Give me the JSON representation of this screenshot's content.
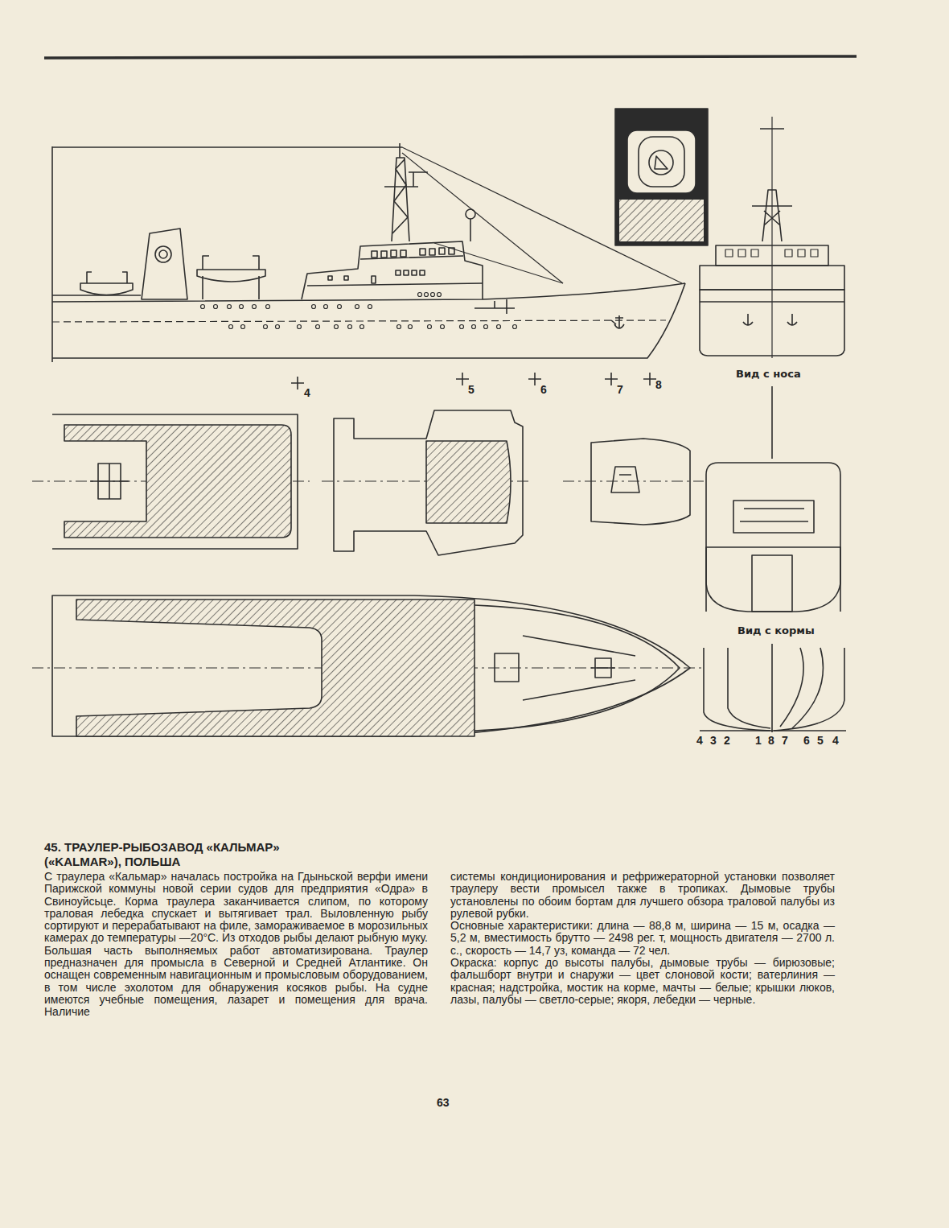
{
  "diagram": {
    "title": "45. ТРАУЛЕР-РЫБОЗАВОД «КАЛЬМАР» («KALMAR»), ПОЛЬША",
    "labels": [
      "4",
      "5",
      "6",
      "7",
      "8",
      "Вид с носа",
      "Вид с кормы",
      "4",
      "3",
      "2",
      "1",
      "8",
      "7",
      "6",
      "5",
      "4",
      "С траулера «Кальмар» началась постройка на Гдыньской верфи имени Парижской коммуны новой серии судов для предприятия «Одра» в Свиноуйсьце. Корма траулера заканчивается слипом, по которому траловая лебедка спускает и вытягивает трал. Выловленную рыбу сортируют и перерабатывают на филе, замораживаемое в морозильных камерах до температуры —20°С. Из отходов рыбы делают рыбную муку. Большая часть выполняемых работ автоматизирована. Траулер предназначен для промысла в Северной и Средней Атлантике. Он оснащен современным навигационным и промысловым оборудованием, в том числе эхолотом для обнаружения косяков рыбы. На судне имеются учебные помещения, лазарет и помещения для врача. Наличие",
      "системы кондиционирования и рефрижераторной установки позволяет траулеру вести промысел также в тропиках. Дымовые трубы установлены по обоим бортам для лучшего обзора траловой палубы из рулевой рубки.",
      "Основные характеристики: длина — 88,8 м, ширина — 15 м, осадка — 5,2 м, вместимость брутто — 2498 рег. т, мощность двигателя — 2700 л. с., скорость — 14,7 уз, команда — 72 чел.",
      "Окраска: корпус до высоты палубы, дымовые трубы — бирюзовые; фальшборт внутри и снаружи — цвет слоновой кости; ватерлиния — красная; надстройка, мостик на корме, мачты — белые; крышки люков, лазы, палубы — светло-серые; якоря, лебедки — черные.",
      "63"
    ]
  }
}
